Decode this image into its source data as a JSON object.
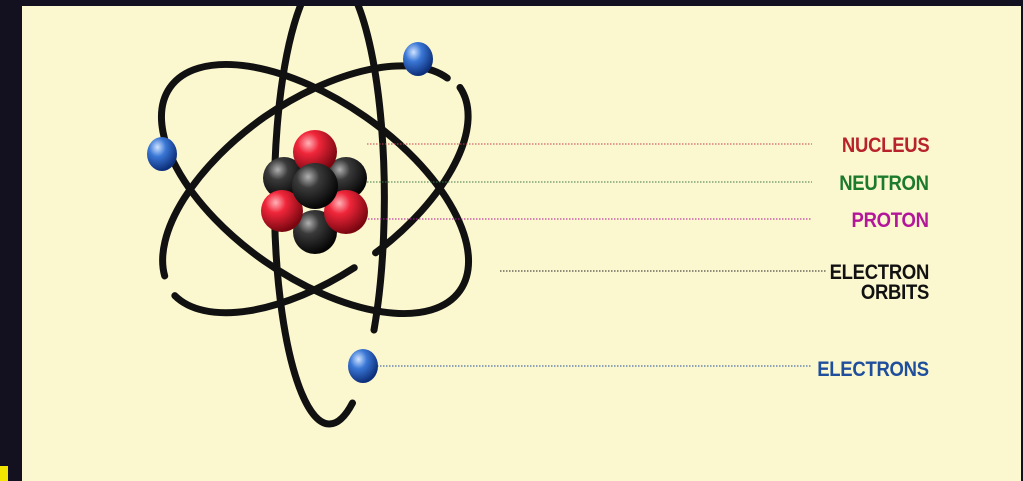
{
  "labels": {
    "nucleus": "NUCLEUS",
    "neutron": "NEUTRON",
    "proton": "PROTON",
    "electron_orbits_line1": "ELECTRON",
    "electron_orbits_line2": "ORBITS",
    "electrons": "ELECTRONS"
  },
  "colors": {
    "background": "#fbf7cf",
    "frame": "#13111f",
    "nucleus": "#b8232b",
    "neutron": "#1c7a2c",
    "proton": "#b3169a",
    "orbits": "#111111",
    "electrons": "#1f4e9c",
    "corner_mark": "#f2e600"
  },
  "icons": {
    "proton_particle": "red-sphere",
    "neutron_particle": "black-sphere",
    "electron_particle": "blue-sphere"
  }
}
